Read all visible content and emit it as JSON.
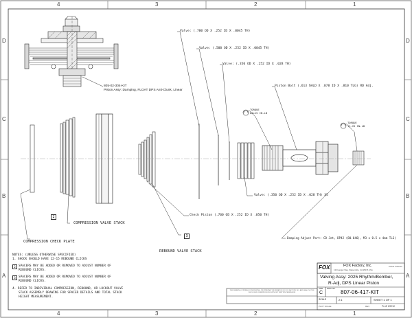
{
  "zones": {
    "top": [
      "4",
      "3",
      "2",
      "1"
    ],
    "side": [
      "D",
      "C",
      "B",
      "A"
    ]
  },
  "labels": {
    "kit_number": "805-02-304-KIT",
    "kit_desc": "Piston Assy: Damping, FLOAT DPS Anti-Clunk, Linear",
    "valve1": "Valve: (.700 OD X .252 ID X .0045 TH)",
    "valve2": "Valve: (.500 OD X .252 ID X .0045 TH)",
    "valve3": "Valve: (.350 OD X .252 ID X .028 TH)",
    "piston_bolt": "Piston Bolt (.613 SHLD X .078 ID X .810 TLG) RD Adj.",
    "torque1_title": "TORQUE",
    "torque1_value": "60±15 IN-LB",
    "torque2_title": "TORQUE",
    "torque2_value": "1½-25 IN-LB",
    "valve4": "Valve: (.350 OD X .252 ID X .028 TH) X5",
    "check_piston": "Check Piston (.700 OD X .252 ID X .050 TH)",
    "compression_valve_stack": "COMPRESSION VALVE STACK",
    "compression_check_plate": "COMPRESSION CHECK PLATE",
    "rebound_valve_stack": "REBOUND VALVE STACK",
    "damping_adjust": "Damping Adjust Port: CD Jet, DP42 (80.046), M3 x 0.5 x 4mm TLG)",
    "marker2": "2",
    "marker3": "3"
  },
  "notes": {
    "heading": "NOTES: (UNLESS OTHERWISE SPECIFIED)",
    "n1": "1.  SHOCK SHOULD HAVE 12-15 REBOUND CLICKS",
    "n2a": "SPACERS MAY BE ADDED OR REMOVED TO ADJUST NUMBER OF",
    "n2b": "REBOUND CLICKS.",
    "n3a": "SPACERS MAY BE ADDED OR REMOVED TO ADJUST NUMBER OF",
    "n3b": "REBOUND CLICKS.",
    "n4a": "4.  REFER TO INDIVIDUAL COMPRESSION, REBOUND, OR LOCKOUT VALVE",
    "n4b": "STACK ASSEMBLY DRAWING FOR SPACER DETAILS AND TOTAL STACK",
    "n4c": "HEIGHT MEASUREMENT.",
    "n2num": "2",
    "n3num": "3"
  },
  "title_block": {
    "logo": "FOX",
    "company": "FOX Factory, Inc.",
    "address": "130 Hangar Way, Watsonville, CA 95076 USA",
    "phone": "Ph 831.768.1100",
    "title_line1": "Valving Assy: 2025 Rhythm/Bomber,",
    "title_line2": "R-Adj, DPS Linear Piston",
    "size_label": "SIZE",
    "size_value": "C",
    "dwg_label": "DWG NO.",
    "dwg_number": "807-06-417-KIT",
    "scale_label": "SCALE",
    "scale_value": "2:1",
    "sheet_label": "SHEET 1 OF 1",
    "plot_label": "PLOT SCALE",
    "rev_label": "REV",
    "confidential": "THIS DRAWING CONTAINS CONFIDENTIAL, PROPRIETARY INFORMATION OF FOX FACTORY, INC. AND SHALL NOT BE DISCLOSED OR REPRODUCED WITHOUT WRITTEN PERMISSION",
    "proe": "ProE 6SEM"
  }
}
